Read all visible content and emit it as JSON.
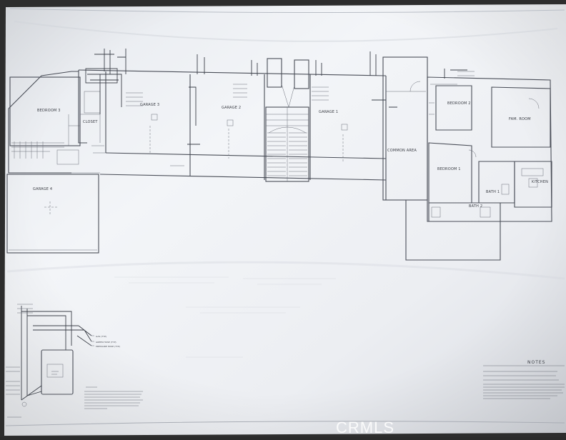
{
  "rooms": {
    "bedroom3": "BEDROOM 3",
    "closet": "CLOSET",
    "garage3": "GARAGE 3",
    "garage2": "GARAGE 2",
    "garage1": "GARAGE 1",
    "garage4": "GARAGE 4",
    "common_area": "COMMON AREA",
    "bedroom2": "BEDROOM 2",
    "bedroom1": "BEDROOM 1",
    "family_room": "FAM. ROOM",
    "kitchen": "KITCHEN",
    "bath1": "BATH 1",
    "bath2": "BATH 2"
  },
  "legend": {
    "item1": "GAS (TYP)",
    "item2": "GREEN HOSE (TYP)",
    "item3": "PRESSURE HOSE (TYP)"
  },
  "notes": {
    "title": "NOTES"
  },
  "watermark": "CRMLS"
}
